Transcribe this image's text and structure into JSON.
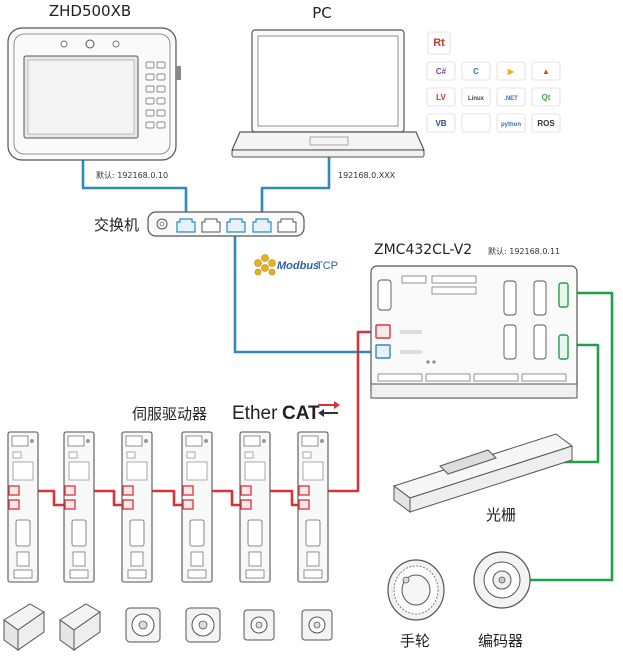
{
  "labels": {
    "pendant_title": "ZHD500XB",
    "pc_title": "PC",
    "pendant_ip": "默认: 192168.0.10",
    "pc_ip": "192168.0.XXX",
    "switch": "交换机",
    "controller_title": "ZMC432CL-V2",
    "controller_ip": "默认: 192168.0.11",
    "modbus_brand": "Modbus",
    "modbus_suffix": "TCP",
    "servo_drives": "伺服驱动器",
    "ethercat_ether": "Ether",
    "ethercat_cat": "CAT",
    "grating": "光栅",
    "handwheel": "手轮",
    "encoder": "编码器"
  },
  "software_icons": [
    {
      "text": "Rt",
      "color": "#c0392b"
    },
    {
      "text": "C#",
      "color": "#7b3fa0"
    },
    {
      "text": "C",
      "color": "#3a6fb5"
    },
    {
      "text": "▶",
      "color": "#f0b020"
    },
    {
      "text": "▲",
      "color": "#d35400"
    },
    {
      "text": "LV",
      "color": "#c0392b"
    },
    {
      "text": "Linux",
      "color": "#444444"
    },
    {
      "text": ".NET",
      "color": "#3a6fb5"
    },
    {
      "text": "Qt",
      "color": "#41a848"
    },
    {
      "text": "VB",
      "color": "#2c4a8a"
    },
    {
      "text": "",
      "color": "#888888"
    },
    {
      "text": "python",
      "color": "#3a6fb5"
    },
    {
      "text": "ROS",
      "color": "#333333"
    }
  ],
  "colors": {
    "ethernet": "#2d8bc0",
    "ethercat": "#d8323a",
    "encoder_cable": "#21a04a"
  }
}
